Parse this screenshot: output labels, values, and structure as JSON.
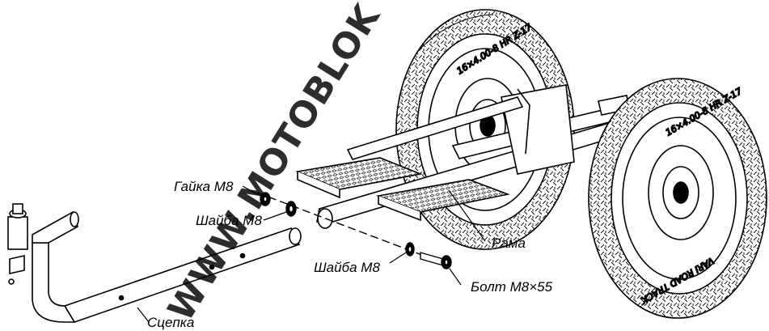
{
  "labels": {
    "nut": "Гайка М8",
    "washer_upper": "Шайба М8",
    "washer_lower": "Шайба М8",
    "bolt": "Болт М8×55",
    "frame": "Рама",
    "hitch": "Сцепка"
  },
  "tire_text": {
    "rear_top": "16×4.00-8 HR Z-17",
    "front_top": "16×4.00-8 HR Z-17",
    "front_bottom": "VARI ROAD TRACK"
  },
  "watermark": "WWW.MOTOBLOK"
}
